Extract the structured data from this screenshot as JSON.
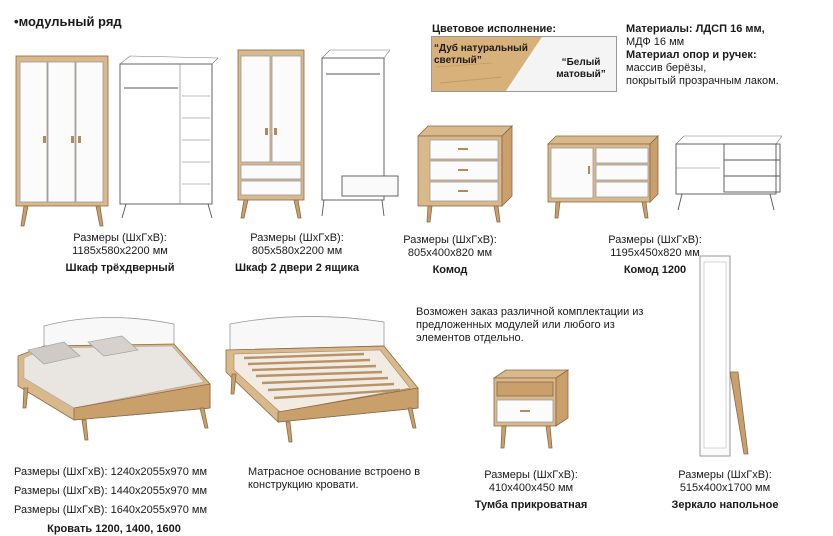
{
  "header": {
    "bullet": "•",
    "title": "модульный ряд"
  },
  "colors": {
    "title": "Цветовое исполнение:",
    "oak": "“Дуб натуральный светлый”",
    "white": "“Белый матовый”"
  },
  "materials": {
    "l1": "Материалы: ЛДСП 16 мм,",
    "l2": "МДФ 16 мм",
    "l3": "Материал опор и ручек:",
    "l4": "массив берёзы,",
    "l5": "покрытый прозрачным лаком."
  },
  "items": {
    "wardrobe3": {
      "dims_label": "Размеры (ШхГхВ):",
      "dims": "1185х580х2200 мм",
      "name": "Шкаф трёхдверный"
    },
    "wardrobe2": {
      "dims_label": "Размеры (ШхГхВ):",
      "dims": "805х580х2200 мм",
      "name": "Шкаф 2 двери 2 ящика"
    },
    "chest": {
      "dims_label": "Размеры (ШхГхВ):",
      "dims": "805х400х820 мм",
      "name": "Комод"
    },
    "chest1200": {
      "dims_label": "Размеры (ШхГхВ):",
      "dims": "1195х450х820 мм",
      "name": "Комод 1200"
    },
    "bed": {
      "d1": "Размеры (ШхГхВ): 1240х2055х970 мм",
      "d2": "Размеры (ШхГхВ): 1440х2055х970 мм",
      "d3": "Размеры (ШхГхВ): 1640х2055х970 мм",
      "name": "Кровать 1200, 1400, 1600"
    },
    "mattress_note": {
      "l1": "Матрасное основание встроено в",
      "l2": "конструкцию кровати."
    },
    "nightstand": {
      "dims_label": "Размеры (ШхГхВ):",
      "dims": "410х400х450 мм",
      "name": "Тумба прикроватная"
    },
    "mirror": {
      "dims_label": "Размеры (ШхГхВ):",
      "dims": "515х400х1700 мм",
      "name": "Зеркало напольное"
    }
  },
  "order_note": {
    "l1": "Возможен заказ различной комплектации из",
    "l2": "предложенных модулей или любого из",
    "l3": "элементов отдельно."
  }
}
